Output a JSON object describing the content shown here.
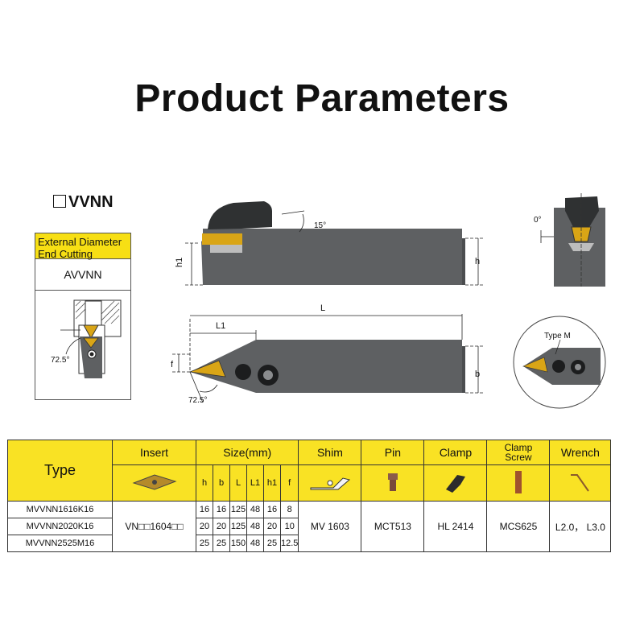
{
  "title": "Product Parameters",
  "code_label": "VVNN",
  "spec": {
    "heading_line1": "External Diameter",
    "heading_line2": "End Cutting",
    "model": "AVVNN",
    "angle": "72.5°"
  },
  "side_view": {
    "angle": "15°",
    "h1": "h1",
    "h": "h"
  },
  "end_view": {
    "angle": "0°"
  },
  "top_view": {
    "L": "L",
    "L1": "L1",
    "f": "f",
    "b": "b",
    "angle": "72.5°"
  },
  "detail": {
    "label": "Type M"
  },
  "colors": {
    "accent": "#f9e224",
    "insert": "#d9a516",
    "tool_body": "#5e6062"
  },
  "table": {
    "headers": {
      "type": "Type",
      "insert": "Insert",
      "size": "Size(mm)",
      "shim": "Shim",
      "pin": "Pin",
      "clamp": "Clamp",
      "clamp_screw_line1": "Clamp",
      "clamp_screw_line2": "Screw",
      "wrench": "Wrench"
    },
    "size_columns": [
      "h",
      "b",
      "L",
      "L1",
      "h1",
      "f"
    ],
    "rows": [
      {
        "model": "MVVNN1616K16",
        "sizes": [
          "16",
          "16",
          "125",
          "48",
          "16",
          "8"
        ]
      },
      {
        "model": "MVVNN2020K16",
        "sizes": [
          "20",
          "20",
          "125",
          "48",
          "20",
          "10"
        ]
      },
      {
        "model": "MVVNN2525M16",
        "sizes": [
          "25",
          "25",
          "150",
          "48",
          "25",
          "12.5"
        ]
      }
    ],
    "insert": "VN□□1604□□",
    "shim": "MV 1603",
    "pin": "MCT513",
    "clamp": "HL 2414",
    "clamp_screw": "MCS625",
    "wrench": "L2.0， L3.0"
  }
}
